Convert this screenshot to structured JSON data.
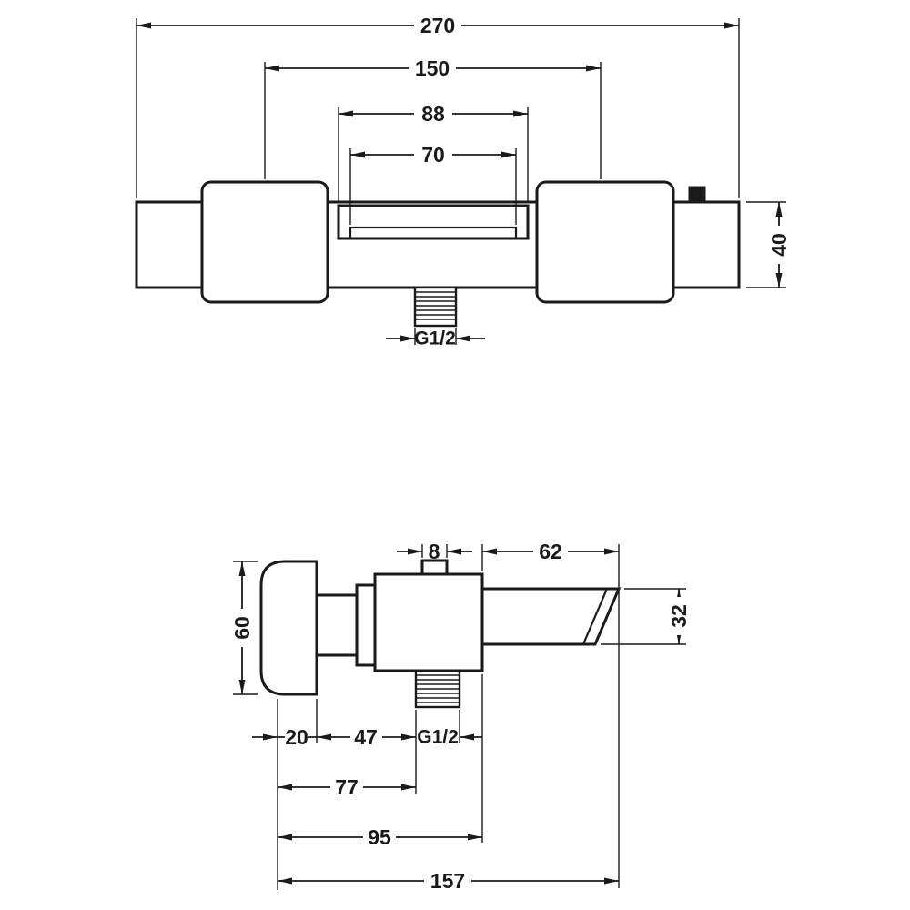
{
  "drawing": {
    "front": {
      "overall_width": "270",
      "connection_spacing": "150",
      "spout_outer_width": "88",
      "spout_inner_width": "70",
      "body_height": "40",
      "thread_size": "G1/2"
    },
    "side": {
      "knob_width": "8",
      "spout_length": "62",
      "handle_height": "60",
      "spout_height": "32",
      "wall_offset": "20",
      "handle_clearance": "47",
      "thread_size": "G1/2",
      "thread_depth": "77",
      "body_depth": "95",
      "total_depth": "157"
    },
    "colors": {
      "line": "#1a1a1a",
      "background": "#ffffff"
    }
  }
}
